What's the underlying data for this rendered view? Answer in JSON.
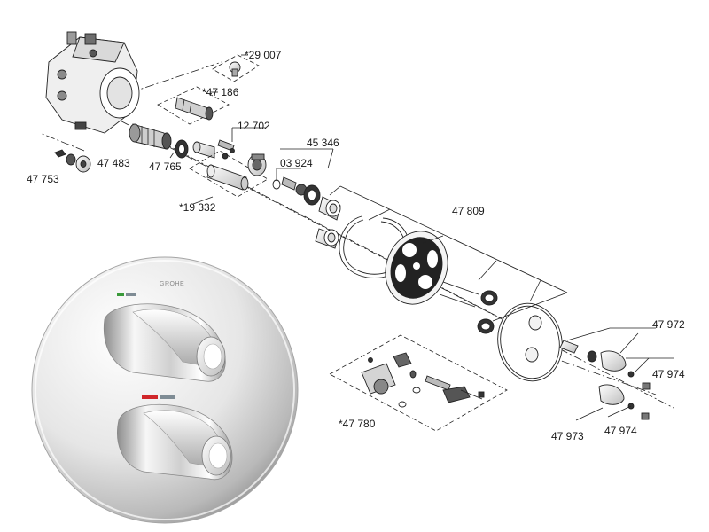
{
  "brand_logo": "GROHE",
  "part_labels": {
    "p29007": "*29 007",
    "p47186": "*47 186",
    "p12702": "12 702",
    "p47483": "47 483",
    "p47765": "47 765",
    "p47753": "47 753",
    "p45346": "45 346",
    "p03924": "03 924",
    "p19332": "*19 332",
    "p47809": "47 809",
    "p47972": "47 972",
    "p47974a": "47 974",
    "p47973": "47 973",
    "p47974b": "47 974",
    "p47780": "*47 780"
  },
  "colors": {
    "chrome_light": "#f4f4f4",
    "chrome_mid": "#c9c9c9",
    "chrome_dark": "#7a7a7a",
    "temp_hot": "#d0262a",
    "temp_cold": "#7f8c95",
    "indicator_green": "#3a9a3a",
    "ink": "#222222"
  }
}
